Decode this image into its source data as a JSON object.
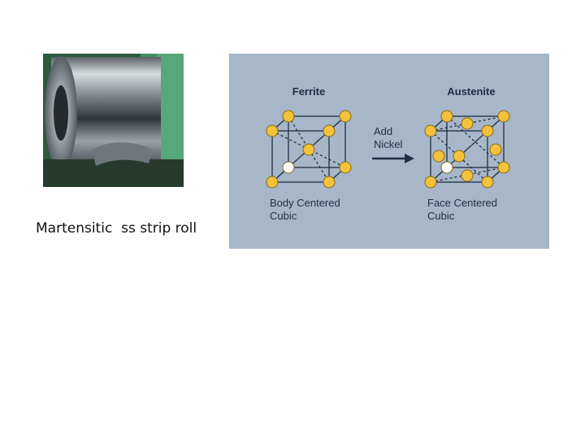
{
  "caption": "Martensitic  ss strip roll",
  "photo": {
    "subject": "stainless steel strip coil"
  },
  "diagram": {
    "background": "#a7b6c8",
    "atom_color": "#f2c23a",
    "left_title": "Ferrite",
    "right_title": "Austenite",
    "arrow_label_line1": "Add",
    "arrow_label_line2": "Nickel",
    "left_caption_line1": "Body Centered",
    "left_caption_line2": "Cubic",
    "right_caption_line1": "Face Centered",
    "right_caption_line2": "Cubic"
  }
}
